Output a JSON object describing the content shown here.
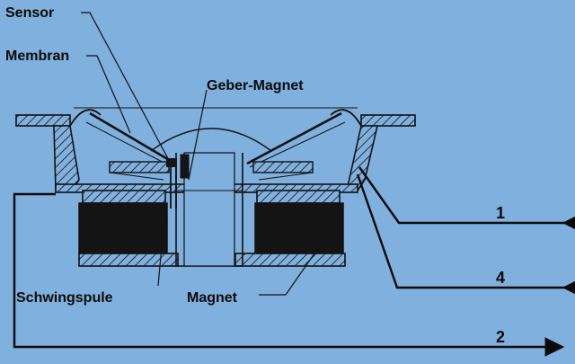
{
  "labels": {
    "sensor": "Sensor",
    "membran": "Membran",
    "geber_magnet": "Geber-Magnet",
    "schwingspule": "Schwingspule",
    "magnet": "Magnet"
  },
  "terminals": {
    "t1": "1",
    "t4": "4",
    "t2": "2"
  },
  "colors": {
    "background": "#7fb0de",
    "ink": "#0a0a0a",
    "coil": "#141414",
    "hatch": "#111111"
  }
}
